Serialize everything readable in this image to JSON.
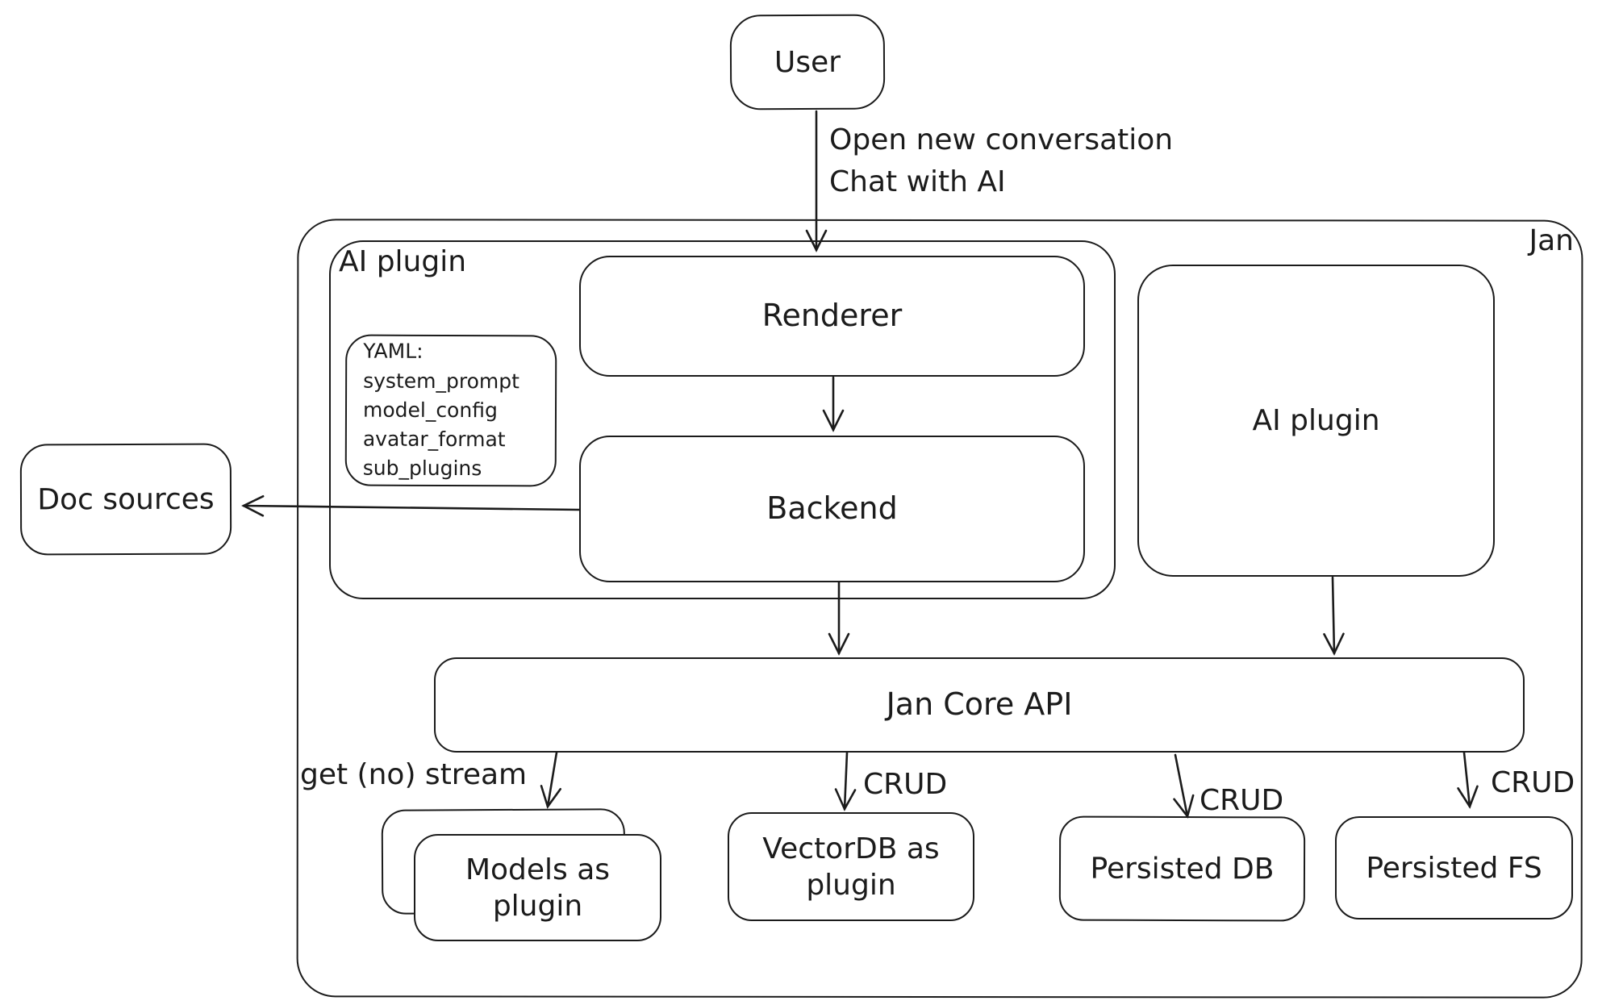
{
  "canvas": {
    "background": "#ffffff",
    "stroke": "#1b1b1b"
  },
  "nodes": {
    "user": {
      "label": "User"
    },
    "jan_group": {
      "label": "Jan"
    },
    "ai_plugin_group": {
      "label": "AI plugin"
    },
    "yaml_note": {
      "lines": [
        "YAML:",
        "system_prompt",
        "model_config",
        "avatar_format",
        "sub_plugins"
      ]
    },
    "renderer": {
      "label": "Renderer"
    },
    "backend": {
      "label": "Backend"
    },
    "doc_sources": {
      "label": "Doc sources"
    },
    "ai_plugin_box": {
      "label": "AI plugin"
    },
    "jan_core_api": {
      "label": "Jan Core API"
    },
    "models_as_plugin": {
      "label": "Models as plugin"
    },
    "vectordb_as_plugin": {
      "label": "VectorDB as plugin"
    },
    "persisted_db": {
      "label": "Persisted DB"
    },
    "persisted_fs": {
      "label": "Persisted FS"
    }
  },
  "edges": {
    "user_to_renderer": {
      "label_line1": "Open new conversation",
      "label_line2": "Chat with AI"
    },
    "jan_core_to_models": {
      "label": "get (no) stream"
    },
    "jan_core_to_vectordb": {
      "label": "CRUD"
    },
    "jan_core_to_persisted_db": {
      "label": "CRUD"
    },
    "jan_core_to_persisted_fs": {
      "label": "CRUD"
    }
  }
}
